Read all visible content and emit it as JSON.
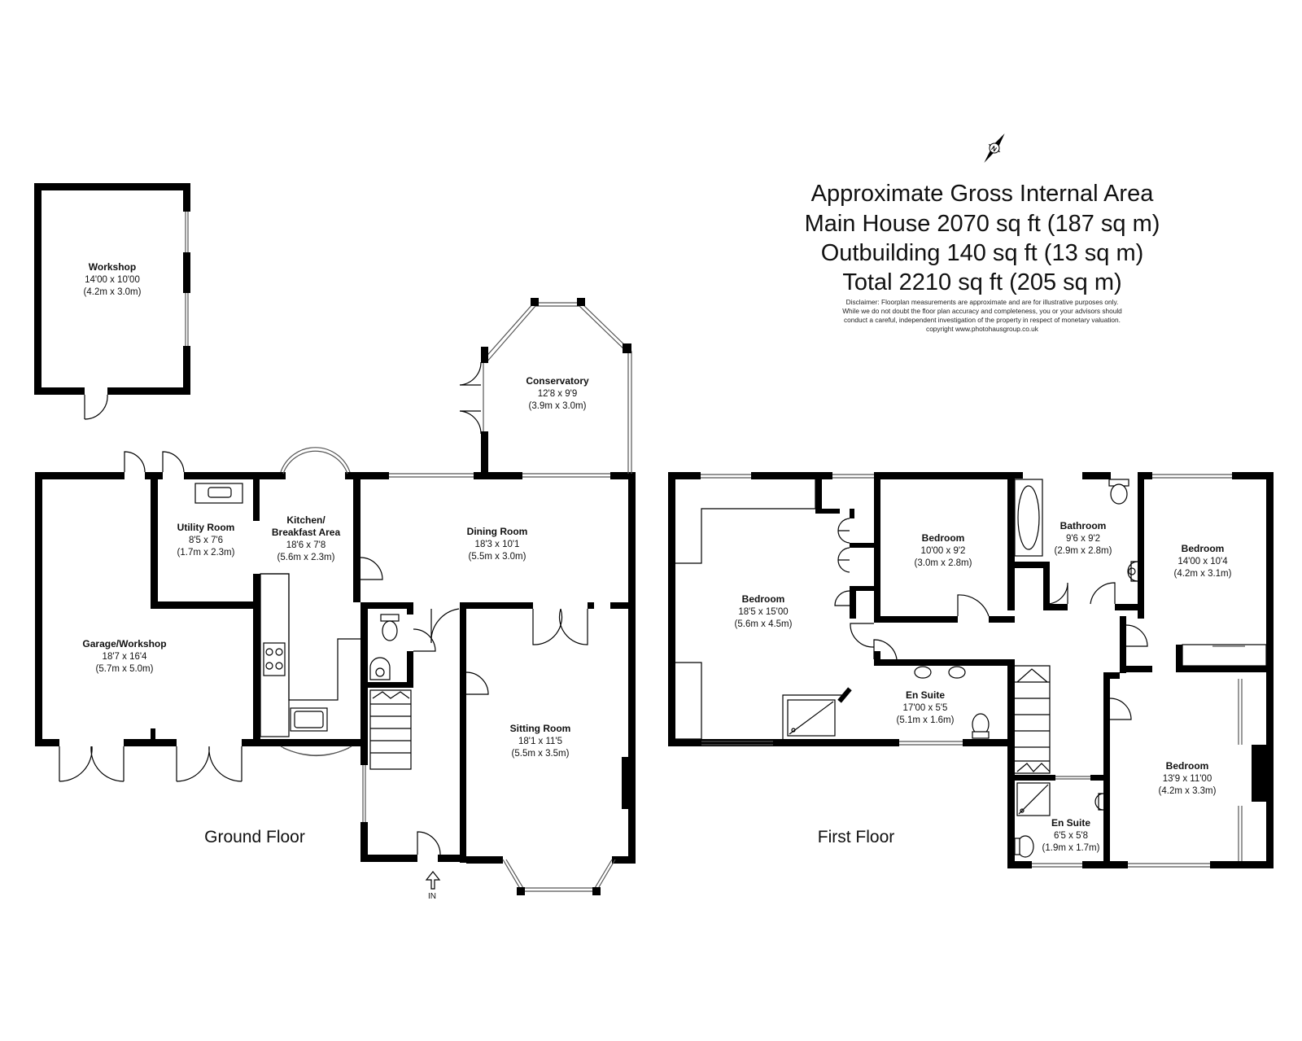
{
  "area_summary": {
    "line1": "Approximate Gross Internal Area",
    "line2": "Main House 2070 sq ft (187 sq m)",
    "line3": "Outbuilding 140 sq ft (13 sq m)",
    "line4": "Total 2210 sq ft (205 sq m)"
  },
  "disclaimer": {
    "line1": "Disclaimer: Floorplan measurements are approximate and are for illustrative purposes only.",
    "line2": "While we do not doubt the floor plan accuracy and completeness, you or your advisors should",
    "line3": "conduct a careful, independent investigation of the property in respect of monetary valuation.",
    "line4": "copyright www.photohausgroup.co.uk"
  },
  "compass": {
    "label": "N",
    "icon": "compass-icon"
  },
  "entrance": {
    "label": "IN",
    "icon": "arrow-up-icon"
  },
  "floors": {
    "ground": "Ground Floor",
    "first": "First Floor"
  },
  "rooms": {
    "workshop": {
      "name": "Workshop",
      "imperial": "14'00 x 10'00",
      "metric": "(4.2m x 3.0m)"
    },
    "conservatory": {
      "name": "Conservatory",
      "imperial": "12'8 x 9'9",
      "metric": "(3.9m x 3.0m)"
    },
    "utility": {
      "name": "Utility Room",
      "imperial": "8'5 x 7'6",
      "metric": "(1.7m x 2.3m)"
    },
    "kitchen": {
      "name1": "Kitchen/",
      "name2": "Breakfast Area",
      "imperial": "18'6 x 7'8",
      "metric": "(5.6m x 2.3m)"
    },
    "dining": {
      "name": "Dining Room",
      "imperial": "18'3 x 10'1",
      "metric": "(5.5m x 3.0m)"
    },
    "garage": {
      "name": "Garage/Workshop",
      "imperial": "18'7 x 16'4",
      "metric": "(5.7m x 5.0m)"
    },
    "sitting": {
      "name": "Sitting Room",
      "imperial": "18'1 x 11'5",
      "metric": "(5.5m x 3.5m)"
    },
    "bed_large": {
      "name": "Bedroom",
      "imperial": "18'5 x 15'00",
      "metric": "(5.6m x 4.5m)"
    },
    "bed_mid": {
      "name": "Bedroom",
      "imperial": "10'00 x 9'2",
      "metric": "(3.0m x 2.8m)"
    },
    "bathroom": {
      "name": "Bathroom",
      "imperial": "9'6 x 9'2",
      "metric": "(2.9m x 2.8m)"
    },
    "bed_right": {
      "name": "Bedroom",
      "imperial": "14'00 x 10'4",
      "metric": "(4.2m x 3.1m)"
    },
    "ensuite_large": {
      "name": "En Suite",
      "imperial": "17'00 x 5'5",
      "metric": "(5.1m x 1.6m)"
    },
    "bed_lower": {
      "name": "Bedroom",
      "imperial": "13'9 x 11'00",
      "metric": "(4.2m x 3.3m)"
    },
    "ensuite_small": {
      "name": "En Suite",
      "imperial": "6'5 x 5'8",
      "metric": "(1.9m x 1.7m)"
    }
  }
}
